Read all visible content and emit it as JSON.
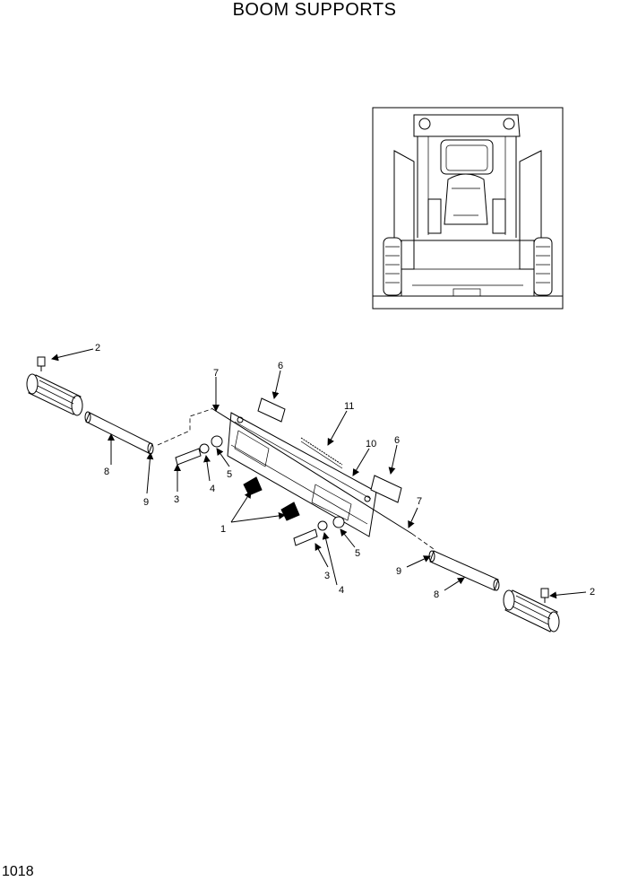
{
  "title": "BOOM SUPPORTS",
  "page_number": "1018",
  "callouts": {
    "c1": "1",
    "c2a": "2",
    "c2b": "2",
    "c3a": "3",
    "c3b": "3",
    "c4a": "4",
    "c4b": "4",
    "c5a": "5",
    "c5b": "5",
    "c6a": "6",
    "c6b": "6",
    "c7a": "7",
    "c7b": "7",
    "c8a": "8",
    "c8b": "8",
    "c9a": "9",
    "c9b": "9",
    "c10": "10",
    "c11": "11"
  }
}
